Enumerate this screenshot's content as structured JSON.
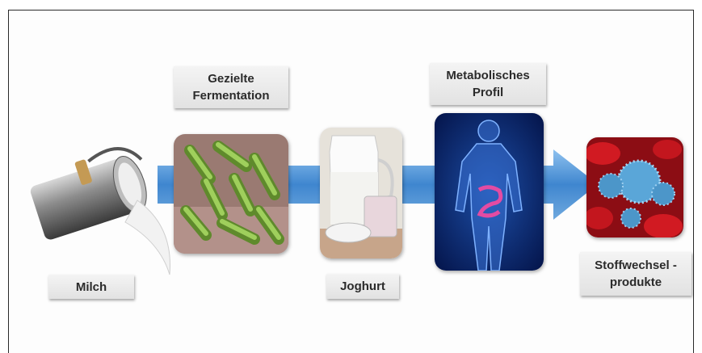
{
  "steps": {
    "milk_label": "Milch",
    "fermentation_label": "Gezielte\nFermentation",
    "yogurt_label": "Joghurt",
    "metabolic_label": "Metabolisches\nProfil",
    "products_label": "Stoffwechsel -\nprodukte"
  },
  "icons": {
    "milk": "milk-can-icon",
    "bacteria": "bacteria-image",
    "yogurt": "yogurt-jug-image",
    "body": "human-body-image",
    "cells": "cells-image"
  },
  "colors": {
    "arrow": "#4a8fd0",
    "border": "#2a2a2a",
    "label_bg": "#ebebeb"
  }
}
